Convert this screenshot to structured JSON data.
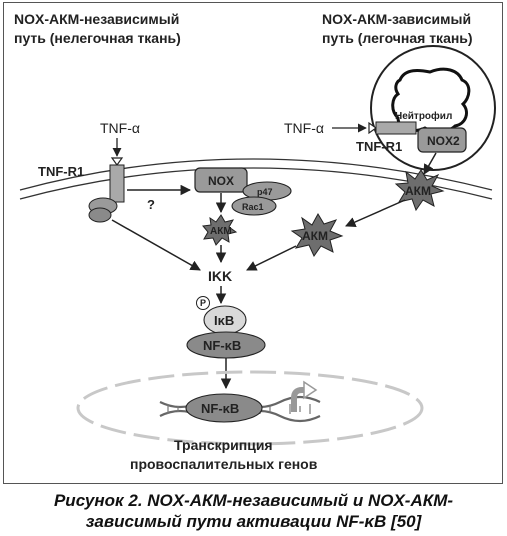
{
  "headings": {
    "left_line1": "NOX-АКМ-независимый",
    "left_line2": "путь (нелегочная ткань)",
    "right_line1": "NOX-АКМ-зависимый",
    "right_line2": "путь (легочная ткань)"
  },
  "labels": {
    "neutrophil": "Нейтрофил",
    "tnf_alpha_right": "TNF-α",
    "tnf_r1_right": "TNF-R1",
    "nox2": "NOX2",
    "tnf_alpha_left": "TNF-α",
    "tnf_r1_left": "TNF-R1",
    "question": "?",
    "nox": "NOX",
    "p47": "p47",
    "rac1": "Rac1",
    "akm_small": "АКМ",
    "akm_mid": "АКМ",
    "akm_right": "АКМ",
    "ikk": "IKK",
    "p": "P",
    "ikb": "IκB",
    "nfkb_top": "NF-κB",
    "nfkb_dna": "NF-κB",
    "transcription_line1": "Транскрипция",
    "transcription_line2": "провоспалительных генов"
  },
  "caption": {
    "line1": "Рисунок 2. NOX-АКМ-независимый и NOX-АКМ-",
    "line2": "зависимый пути активации NF-κB [50]"
  },
  "colors": {
    "dark_gray": "#6e6e6e",
    "mid_gray": "#9a9a9a",
    "light_gray": "#d4d4d4",
    "line": "#222222"
  }
}
